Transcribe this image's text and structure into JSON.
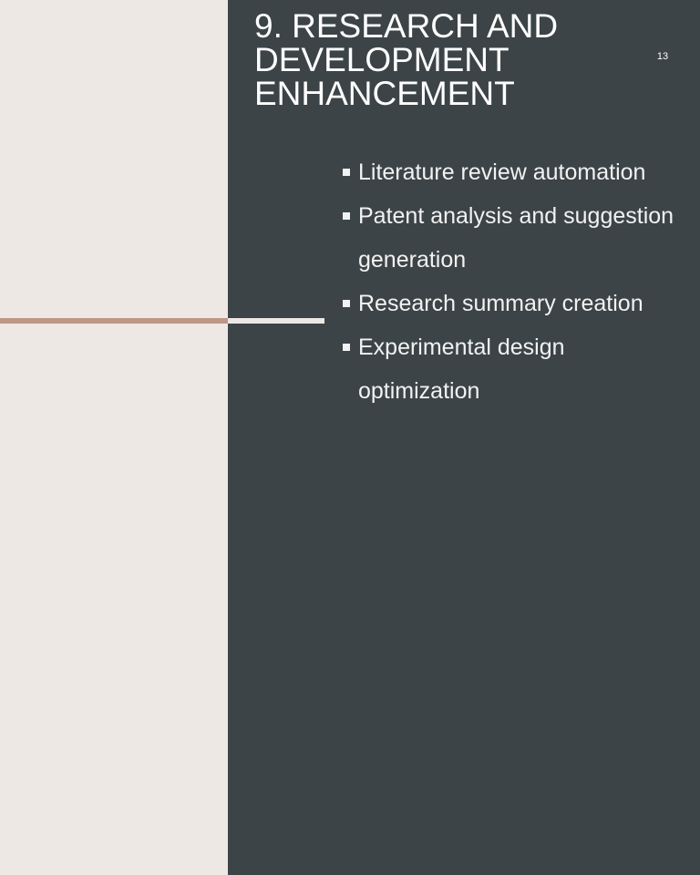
{
  "slide": {
    "title": "9. Research and Development Enhancement",
    "page_number": "13",
    "bullets": [
      {
        "text": "Literature review automation",
        "icon": "square-bullet-icon"
      },
      {
        "text": "Patent analysis and suggestion generation",
        "icon": "square-bullet-icon"
      },
      {
        "text": "Research summary creation",
        "icon": "square-bullet-icon"
      },
      {
        "text": "Experimental design optimization",
        "icon": "square-bullet-icon"
      }
    ]
  },
  "colors": {
    "left_background": "#EEE8E5",
    "right_background": "#3C4447",
    "accent_line": "#BE9684",
    "text": "#FFFFFF"
  }
}
